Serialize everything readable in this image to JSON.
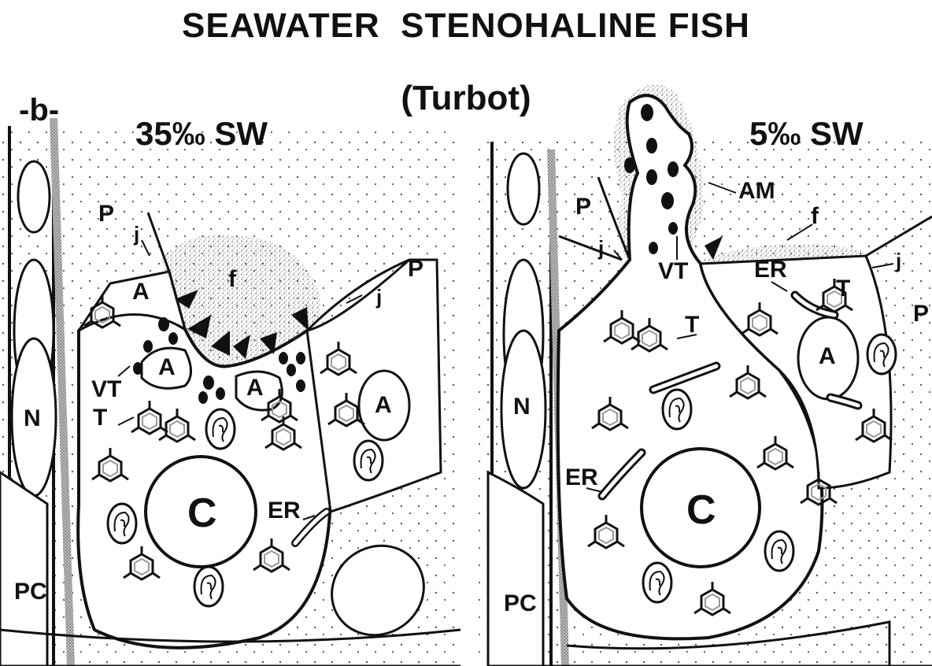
{
  "title": "SEAWATER  STENOHALINE FISH",
  "subtitle": "(Turbot)",
  "panel_tag": "-b-",
  "left_panel": {
    "salinity": "35‰ SW",
    "labels": {
      "P_top": "P",
      "j_top": "j",
      "P_right": "P",
      "j_right": "j",
      "A_top": "A",
      "f": "f",
      "A_crypt1": "A",
      "A_crypt2": "A",
      "A_right": "A",
      "VT": "VT",
      "T": "T",
      "N": "N",
      "C": "C",
      "ER": "ER",
      "PC": "PC"
    }
  },
  "right_panel": {
    "salinity": "5‰ SW",
    "labels": {
      "P_left": "P",
      "j_left": "j",
      "AM": "AM",
      "f": "f",
      "VT": "VT",
      "ER_top": "ER",
      "T_top": "T",
      "j_right": "j",
      "P_right": "P",
      "T_mid": "T",
      "A": "A",
      "N": "N",
      "ER_left": "ER",
      "C": "C",
      "PC": "PC"
    }
  },
  "colors": {
    "ink": "#111111",
    "stipple": "#888888",
    "background": "#ffffff"
  }
}
